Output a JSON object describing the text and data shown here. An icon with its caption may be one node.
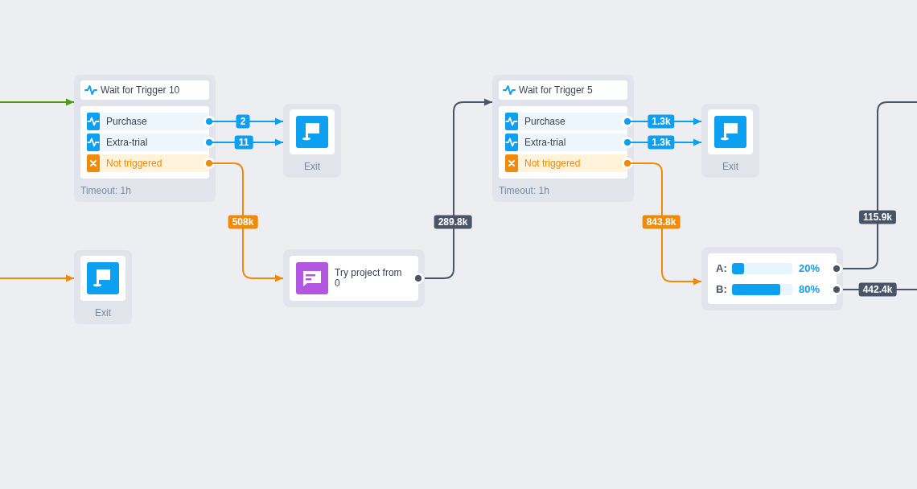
{
  "diagram": {
    "nodes": [
      {
        "text": [
          "Wait for Trigger 10",
          "Timeout: 1h"
        ]
      },
      {
        "text": [
          "Purchase"
        ],
        "in": 0
      },
      {
        "text": [
          "Extra-trial"
        ],
        "in": 0
      },
      {
        "text": [
          "Not triggered"
        ],
        "in": 0
      },
      {
        "text": [
          "Exit"
        ]
      },
      {
        "text": [
          "Exit"
        ]
      },
      {
        "text": [
          "Try project from 0"
        ]
      },
      {
        "text": [
          "Wait for Trigger 5",
          "Timeout: 1h"
        ]
      },
      {
        "text": [
          "Purchase"
        ],
        "in": 7
      },
      {
        "text": [
          "Extra-trial"
        ],
        "in": 7
      },
      {
        "text": [
          "Not triggered"
        ],
        "in": 7
      },
      {
        "text": [
          "Exit"
        ]
      },
      {
        "text": [
          "A:",
          "20%",
          "B:",
          "80%"
        ]
      }
    ],
    "edges": [
      {
        "from": null,
        "to": 0,
        "arrow": "to",
        "color": "#4e9a12"
      },
      {
        "from": 1,
        "to": 4,
        "arrow": "to",
        "label": "2",
        "color": "#0d9ff0"
      },
      {
        "from": 2,
        "to": 4,
        "arrow": "to",
        "label": "11",
        "color": "#0d9ff0"
      },
      {
        "from": 3,
        "to": 6,
        "arrow": "to",
        "label": "508k",
        "color": "#ef8a0a"
      },
      {
        "from": null,
        "to": 5,
        "arrow": "to",
        "color": "#ef8a0a"
      },
      {
        "from": 6,
        "to": 7,
        "arrow": "to",
        "label": "289.8k",
        "color": "#4b5467"
      },
      {
        "from": 8,
        "to": 11,
        "arrow": "to",
        "label": "1.3k",
        "color": "#0d9ff0"
      },
      {
        "from": 9,
        "to": 11,
        "arrow": "to",
        "label": "1.3k",
        "color": "#0d9ff0"
      },
      {
        "from": 10,
        "to": 12,
        "arrow": "to",
        "label": "843.8k",
        "color": "#ef8a0a"
      },
      {
        "from": 12,
        "to": null,
        "arrow": "none",
        "label": "115.9k",
        "color": "#4b5467"
      },
      {
        "from": 12,
        "to": null,
        "arrow": "none",
        "label": "442.4k",
        "color": "#4b5467"
      }
    ]
  }
}
